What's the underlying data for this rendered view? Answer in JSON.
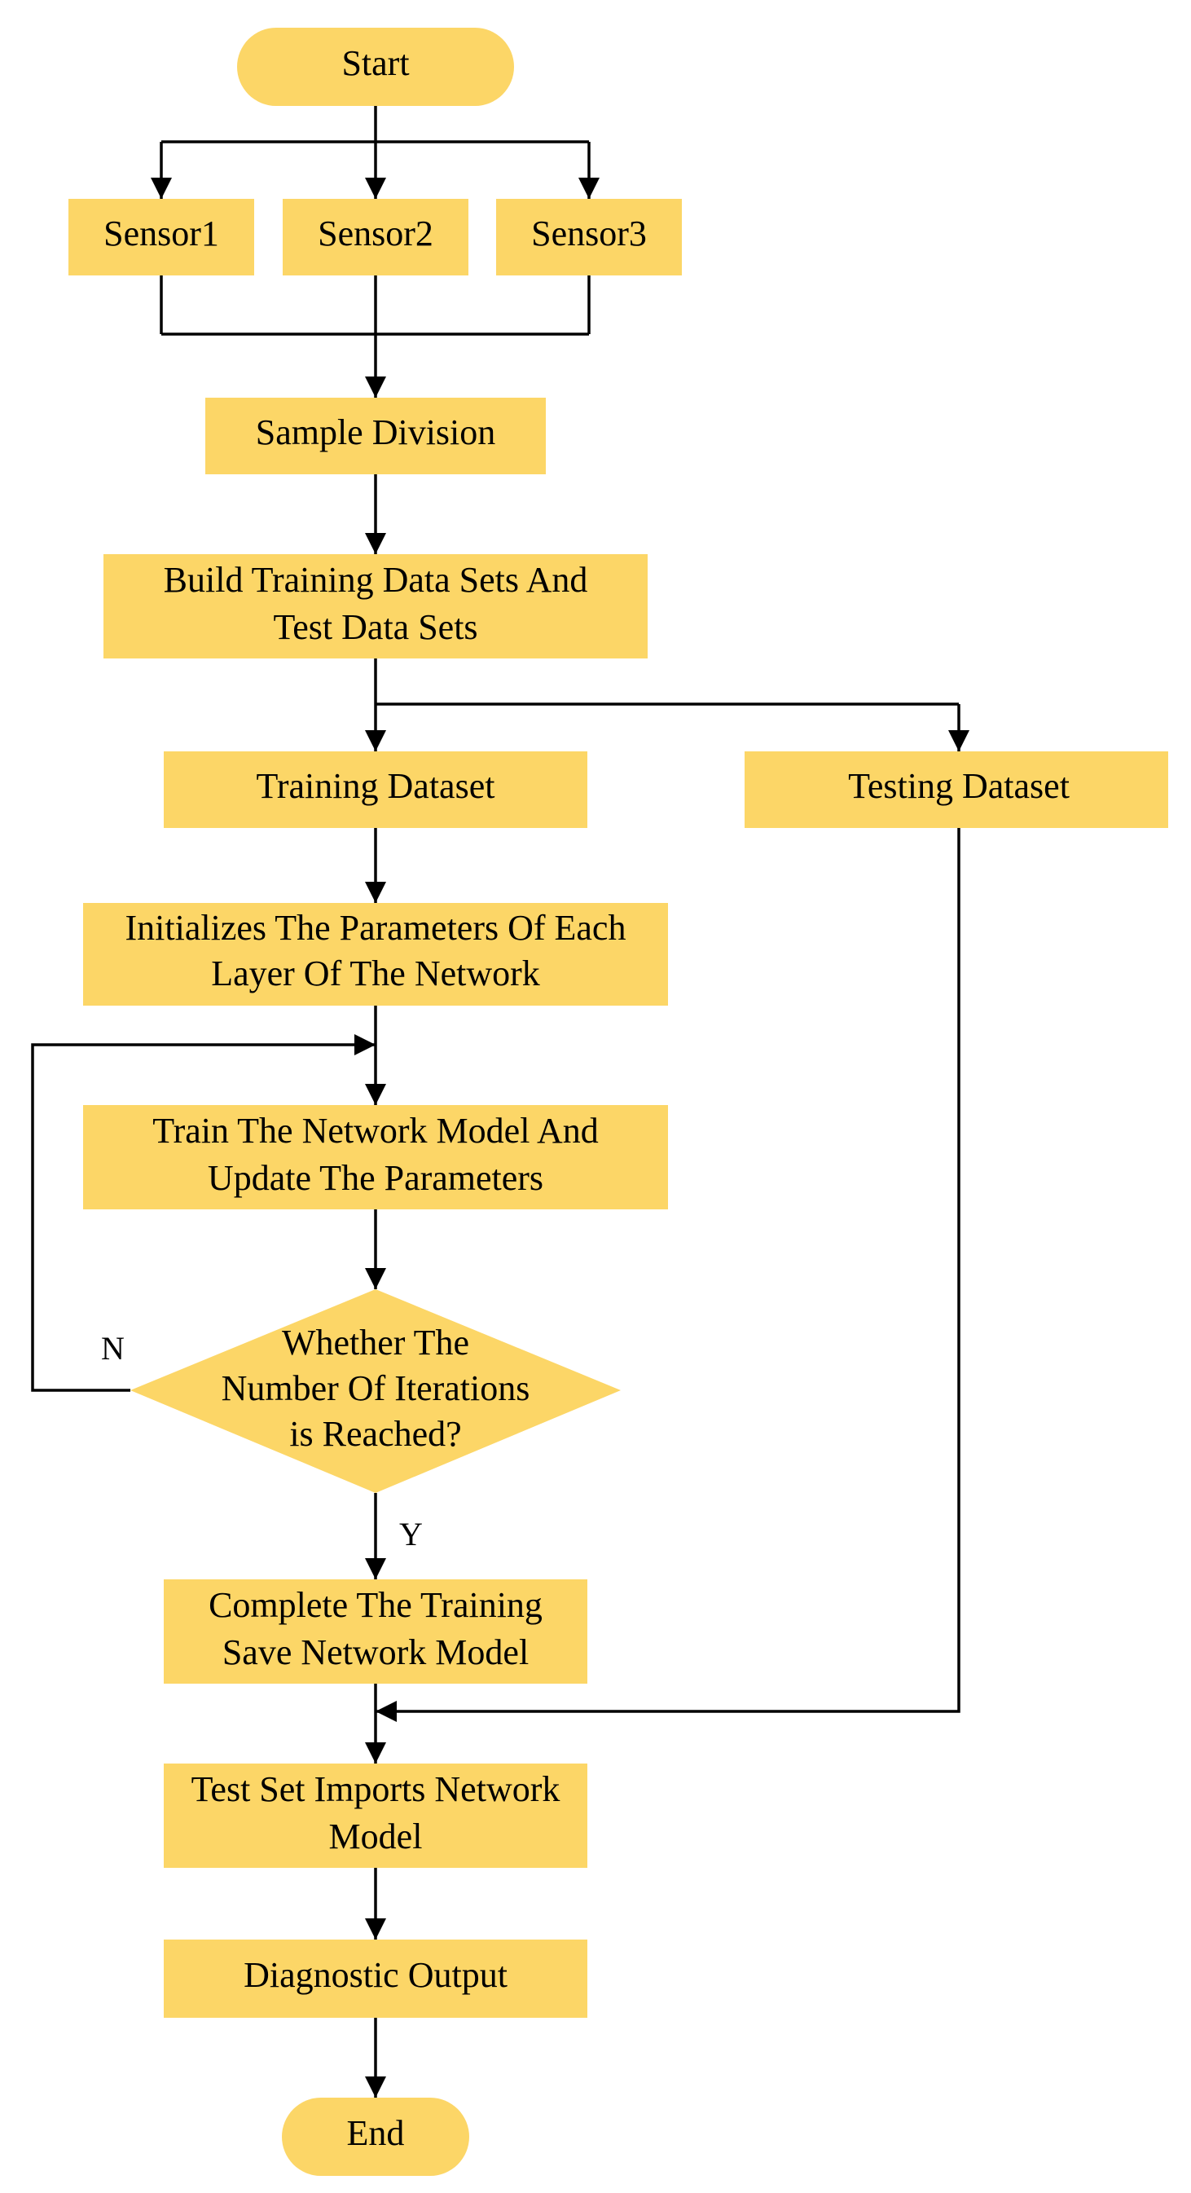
{
  "nodes": {
    "start": "Start",
    "sensor1": "Sensor1",
    "sensor2": "Sensor2",
    "sensor3": "Sensor3",
    "sample_division": "Sample Division",
    "build_datasets": [
      "Build Training Data Sets And",
      "Test Data Sets"
    ],
    "training_dataset": "Training Dataset",
    "testing_dataset": "Testing Dataset",
    "initialize": [
      "Initializes The Parameters Of Each",
      "Layer Of The Network"
    ],
    "train_model": [
      "Train The Network Model And",
      "Update The Parameters"
    ],
    "decision": [
      "Whether The",
      "Number Of Iterations",
      "is Reached?"
    ],
    "complete_training": [
      "Complete The Training",
      "Save Network Model"
    ],
    "test_import": [
      "Test Set Imports Network",
      "Model"
    ],
    "diagnostic_output": "Diagnostic Output",
    "end": "End"
  },
  "edge_labels": {
    "no": "N",
    "yes": "Y"
  },
  "colors": {
    "node_fill": "#fcd667",
    "line": "#000000"
  }
}
